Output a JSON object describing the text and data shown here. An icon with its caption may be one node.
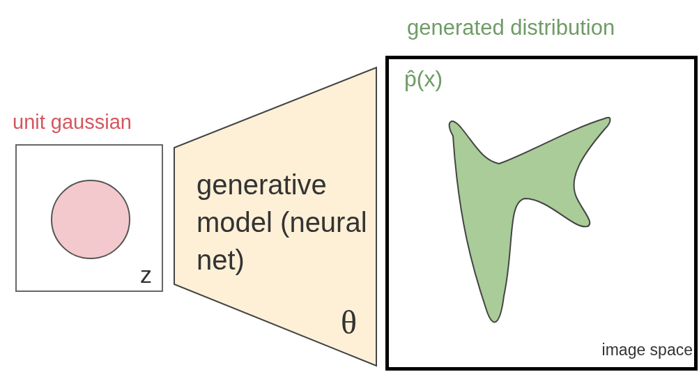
{
  "diagram": {
    "nodes": [
      {
        "text": [
          "unit gaussian",
          "z"
        ]
      },
      {
        "text": [],
        "shape": "circle",
        "in": 0
      },
      {
        "text": [
          "generative model (neural net)",
          "θ"
        ]
      },
      {
        "text": [
          "generated distribution",
          "p̂(x)",
          "image space"
        ]
      },
      {
        "text": [],
        "shape": "blob",
        "in": 3
      }
    ],
    "edges": []
  }
}
